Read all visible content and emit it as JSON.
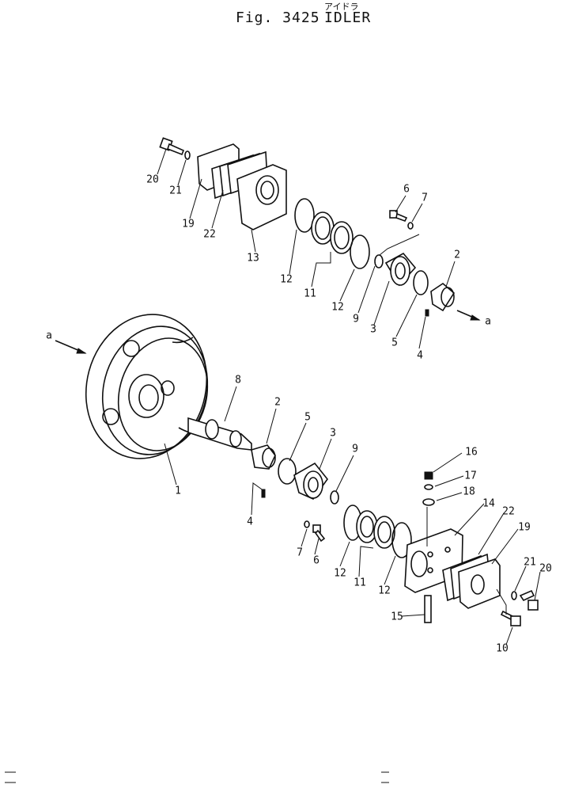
{
  "figure": {
    "number": "Fig. 3425",
    "title": "IDLER",
    "title_jp": "アイドラ"
  },
  "callouts": [
    {
      "id": "c20a",
      "text": "20"
    },
    {
      "id": "c21a",
      "text": "21"
    },
    {
      "id": "c19a",
      "text": "19"
    },
    {
      "id": "c22a",
      "text": "22"
    },
    {
      "id": "c13",
      "text": "13"
    },
    {
      "id": "c12a",
      "text": "12"
    },
    {
      "id": "c11a",
      "text": "11"
    },
    {
      "id": "c12b",
      "text": "12"
    },
    {
      "id": "c6a",
      "text": "6"
    },
    {
      "id": "c7a",
      "text": "7"
    },
    {
      "id": "c9a",
      "text": "9"
    },
    {
      "id": "c3a",
      "text": "3"
    },
    {
      "id": "c5a",
      "text": "5"
    },
    {
      "id": "c2a",
      "text": "2"
    },
    {
      "id": "c4a",
      "text": "4"
    },
    {
      "id": "caR",
      "text": "a"
    },
    {
      "id": "caL",
      "text": "a"
    },
    {
      "id": "c1",
      "text": "1"
    },
    {
      "id": "c8",
      "text": "8"
    },
    {
      "id": "c2b",
      "text": "2"
    },
    {
      "id": "c5b",
      "text": "5"
    },
    {
      "id": "c3b",
      "text": "3"
    },
    {
      "id": "c9b",
      "text": "9"
    },
    {
      "id": "c4b",
      "text": "4"
    },
    {
      "id": "c7b",
      "text": "7"
    },
    {
      "id": "c6b",
      "text": "6"
    },
    {
      "id": "c12c",
      "text": "12"
    },
    {
      "id": "c11b",
      "text": "11"
    },
    {
      "id": "c12d",
      "text": "12"
    },
    {
      "id": "c16",
      "text": "16"
    },
    {
      "id": "c17",
      "text": "17"
    },
    {
      "id": "c18",
      "text": "18"
    },
    {
      "id": "c14",
      "text": "14"
    },
    {
      "id": "c22b",
      "text": "22"
    },
    {
      "id": "c19b",
      "text": "19"
    },
    {
      "id": "c21b",
      "text": "21"
    },
    {
      "id": "c20b",
      "text": "20"
    },
    {
      "id": "c15",
      "text": "15"
    },
    {
      "id": "c10",
      "text": "10"
    }
  ]
}
